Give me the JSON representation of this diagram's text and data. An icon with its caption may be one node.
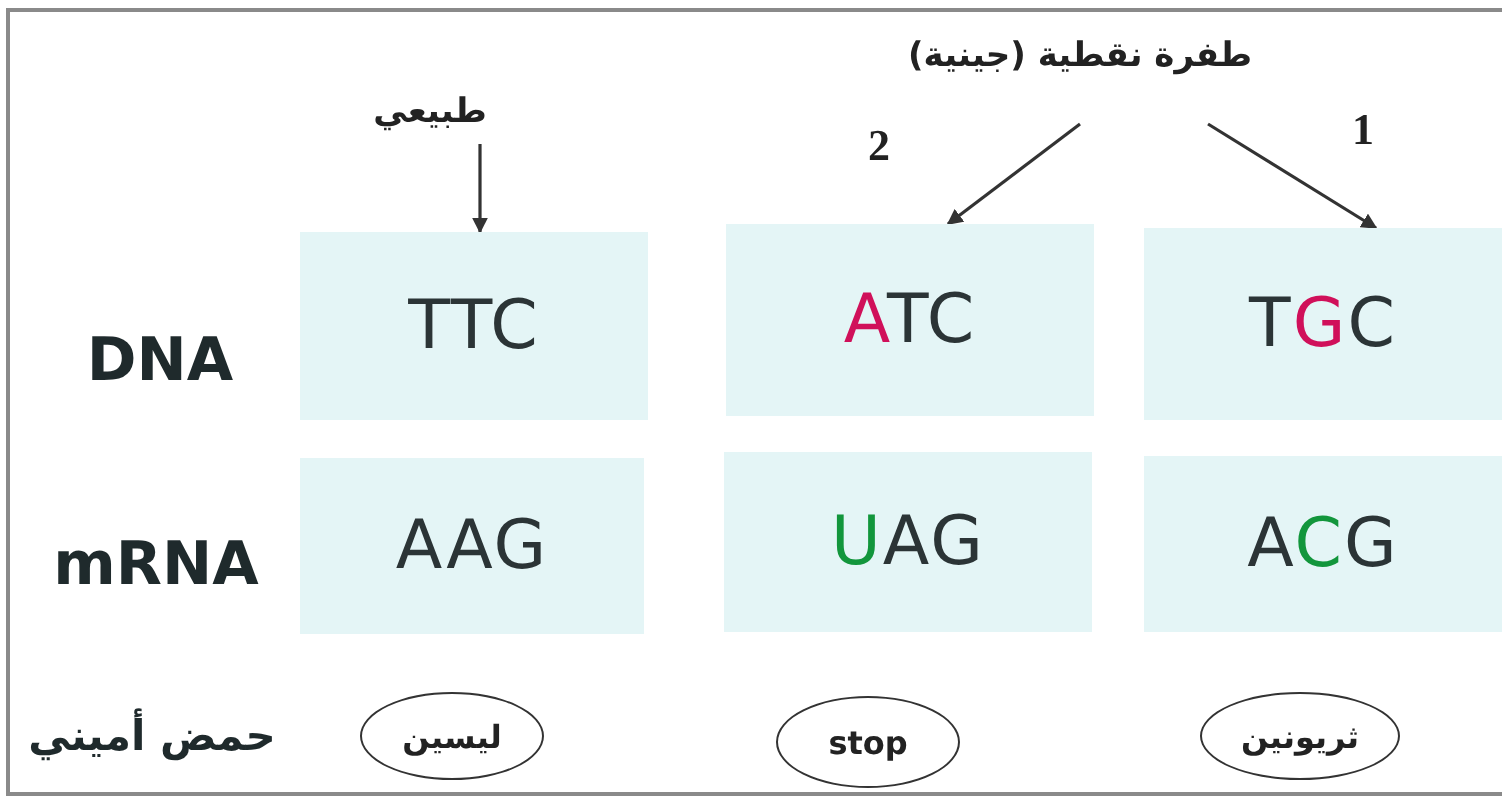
{
  "diagram": {
    "nodes": [
      {
        "text": [
          "طفرة نقطية (جينية)"
        ]
      },
      {
        "text": [
          "طبيعي"
        ]
      },
      {
        "text": [
          "TTC"
        ]
      },
      {
        "text": [
          "ATC"
        ]
      },
      {
        "text": [
          "TGC"
        ]
      },
      {
        "text": [
          "AAG"
        ]
      },
      {
        "text": [
          "UAG"
        ]
      },
      {
        "text": [
          "ACG"
        ]
      },
      {
        "text": [
          "ليسين"
        ]
      },
      {
        "text": [
          "stop"
        ]
      },
      {
        "text": [
          "ثريونين"
        ]
      }
    ],
    "edges": [
      {
        "from": 1,
        "to": 2,
        "arrow": "to"
      },
      {
        "from": 0,
        "to": 3,
        "arrow": "to",
        "label": "2"
      },
      {
        "from": 0,
        "to": 4,
        "arrow": "to",
        "label": "1"
      }
    ],
    "labels": [
      "DNA",
      "mRNA",
      "حمض أميني"
    ]
  }
}
